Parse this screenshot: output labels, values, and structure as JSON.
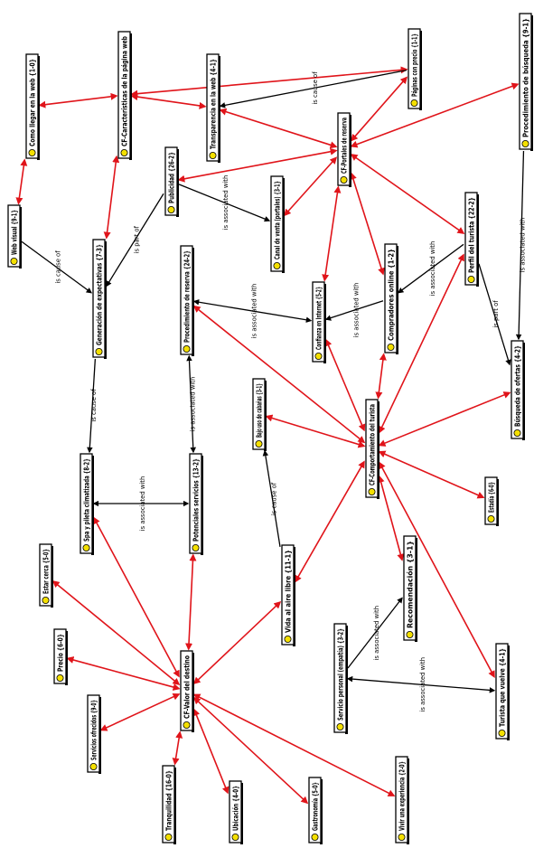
{
  "nodes": {
    "cf_caracteristicas": "CF-Características de la página web",
    "transparencia": "Transparencia en la web {4-1}",
    "paginas_precio": "Páginas con precio {1-1}",
    "procedimiento_busqueda": "Procedimiento de búsqueda {9-1}",
    "como_llegar": "Como llegar en la web {1-0}",
    "cf_portales": "CF-Portales de reserva",
    "publicidad": "Publicidad {26-2}",
    "canal_venta": "Canal de venta (portales) {3-1}",
    "web_visual": "Web visual {9-1}",
    "generacion_expectativas": "Generación de expectativas {7-3}",
    "procedimiento_reserva": "Procedimiento de reserva {24-2}",
    "confianza_internet": "Confianza en Internet {5-2}",
    "compradores_online": "Compradores online {1-2}",
    "perfil_turista": "Perfil del turista {22-2}",
    "busqueda_ofertas": "Búsqueda de ofertas {4-2}",
    "bajo_uso_cabanas": "Bajo uso de cabañas {3-1}",
    "cf_comportamiento": "CF-Comportamiento del turista",
    "spa_pileta": "Spa y pileta climatizada {8-2}",
    "potenciales_servicios": "Potenciales servicios {13-2}",
    "estadia": "Estadía {6-0}",
    "estar_cerca": "Estar cerca {5-0}",
    "vida_aire_libre": "Vida al aire libre {11-1}",
    "recomendacion": "Recomendación {3-1}",
    "precio": "Precio {6-0}",
    "servicio_personal": "Servicio personal (empatía) {3-2}",
    "turista_vuelve": "Turista que vuelve {4-1}",
    "servicios_ofrecidos": "Servicios ofrecidos {9-0}",
    "cf_valor_destino": "CF-Valor del destino",
    "tranquilidad": "Tranquilidad {16-0}",
    "ubicacion": "Ubicación {4-0}",
    "gastronomia": "Gastronomía {5-0}",
    "vivir_experiencia": "Vivir una experiencia {2-0}"
  },
  "edge_labels": {
    "is_cause_of": "is cause of",
    "is_associated_with": "is associated with",
    "is_part_of": "is part of"
  },
  "colors": {
    "relation_red": "#e0141a",
    "relation_black": "#000000",
    "icon_yellow": "#f4e000"
  }
}
